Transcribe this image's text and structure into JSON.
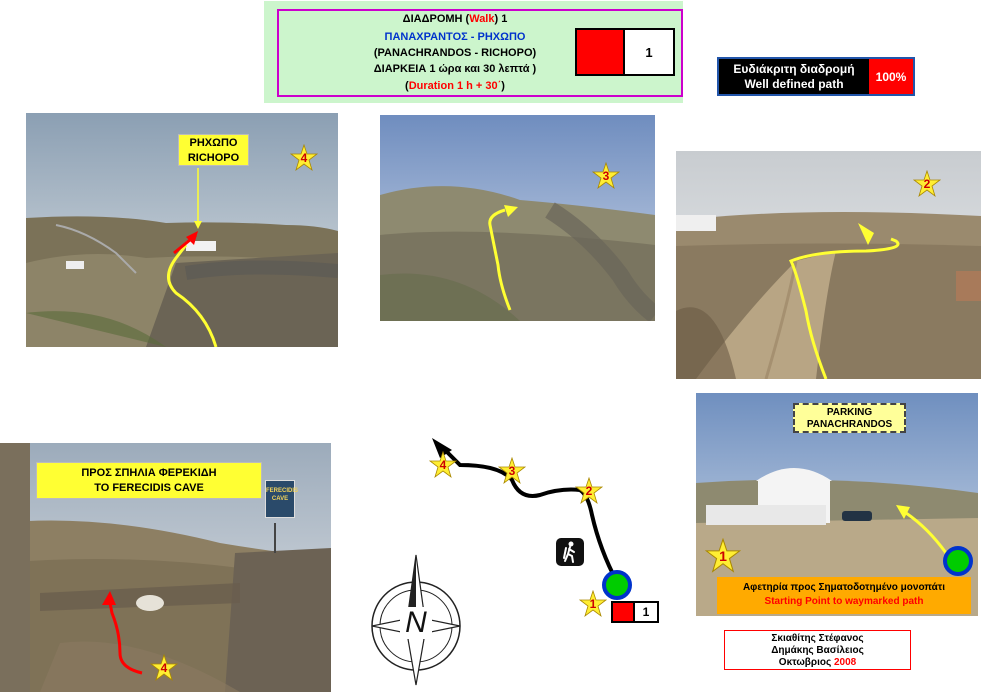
{
  "title_box": {
    "line1_a": "ΔΙΑΔΡΟΜΗ (",
    "line1_walk": "Walk",
    "line1_b": ") 1",
    "line2": "ΠΑΝΑΧΡΑΝΤΟΣ - ΡΗΧΩΠΟ",
    "line3": "(PANACHRANDOS - RICHOPO)",
    "line4": "ΔΙΑΡΚΕΙΑ 1 ώρα και 30 λεπτά )",
    "line5_a": "(",
    "line5_dur": "Duration 1 h + 30΄",
    "line5_b": ")",
    "route_number": "1"
  },
  "difficulty": {
    "label_gr": "Ευδιάκριτη διαδρομή",
    "label_en": "Well defined path",
    "percent": "100%"
  },
  "photos": {
    "richopo": {
      "label_gr": "ΡΗΧΩΠΟ",
      "label_en": "RICHOPO",
      "star": "4"
    },
    "photo3": {
      "star": "3"
    },
    "photo2": {
      "star": "2"
    },
    "cave": {
      "label_gr": "ΠΡΟΣ ΣΠΗΛΙΑ ΦΕΡΕΚΙΔΗ",
      "label_en": "ΤΟ FERECIDIS CAVE",
      "star": "4",
      "sign_line1": "FERECIDIS",
      "sign_line2": "CAVE"
    },
    "parking": {
      "label_line1": "PARKING",
      "label_line2": "PANACHRANDOS",
      "star": "1",
      "start_gr": "Αφετηρία προς Σηματοδοτημένο  μονοπάτι",
      "start_en": "Starting Point to waymarked  path"
    }
  },
  "map": {
    "stars": [
      "1",
      "2",
      "3",
      "4"
    ],
    "marker_number": "1",
    "compass_letter": "N"
  },
  "credits": {
    "author1": "Σκιαθίτης Στέφανος",
    "author2": "Δημάκης Βασίλειος",
    "month": "Οκτωβριος ",
    "year": "2008"
  },
  "colors": {
    "title_bg": "#ccf5cc",
    "title_border": "#cc00cc",
    "marker_red": "#ff0000",
    "label_yellow": "#ffff33",
    "path_yellow": "#ffff33",
    "start_orange": "#ffaa00",
    "blue_text": "#0033cc",
    "red_text": "#ff0000",
    "difficulty_bg": "#000000",
    "difficulty_border": "#2255aa"
  }
}
